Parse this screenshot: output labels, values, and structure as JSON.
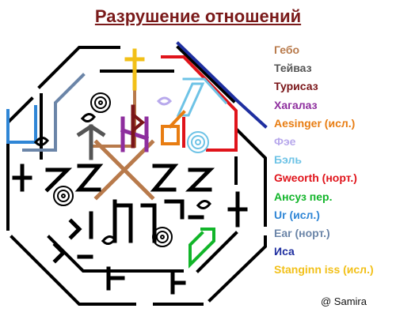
{
  "title": "Разрушение отношений",
  "credit": "@ Samira",
  "legend": [
    {
      "label": "Гебо",
      "color": "#b87a4b"
    },
    {
      "label": "Тейваз",
      "color": "#555555"
    },
    {
      "label": "Турисаз",
      "color": "#7a1518"
    },
    {
      "label": "Хагалаз",
      "color": "#8e2e9e"
    },
    {
      "label": "Aesinger (исл.)",
      "color": "#e87d12"
    },
    {
      "label": "Фэе",
      "color": "#b8a9ec"
    },
    {
      "label": "Бэль",
      "color": "#6ec3e6"
    },
    {
      "label": "Gweorth (норт.)",
      "color": "#e0141b"
    },
    {
      "label": "Ансуз пер.",
      "color": "#12b52a"
    },
    {
      "label": "Ur (исл.)",
      "color": "#2f86d6"
    },
    {
      "label": "Ear (норт.)",
      "color": "#6b85a8"
    },
    {
      "label": "Иса",
      "color": "#1f2fa0"
    },
    {
      "label": "Stanginn iss (исл.)",
      "color": "#f2c018"
    }
  ]
}
